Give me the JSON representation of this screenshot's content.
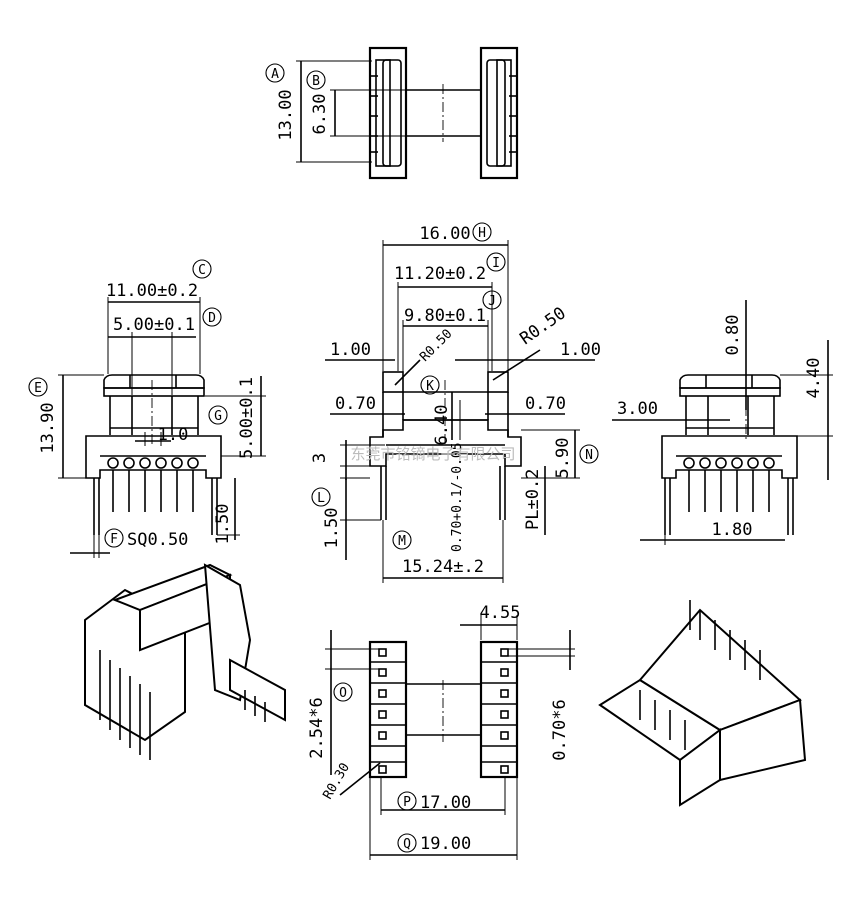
{
  "labels": {
    "A": "A",
    "B": "B",
    "C": "C",
    "D": "D",
    "E": "E",
    "F": "F",
    "G": "G",
    "H": "H",
    "I": "I",
    "J": "J",
    "K": "K",
    "L": "L",
    "M": "M",
    "N": "N",
    "O": "O",
    "P": "P",
    "Q": "Q"
  },
  "dims": {
    "a": "13.00",
    "b": "6.30",
    "c": "11.00±0.2",
    "d": "5.00±0.1",
    "e": "13.90",
    "f": "SQ0.50",
    "g": "5.00±0.1",
    "side_1_0": "1.0",
    "side_1_50": "1.50",
    "h": "16.00",
    "i": "11.20±0.2",
    "j": "9.80±0.1",
    "left_1_00": "1.00",
    "r050_left": "R0.50",
    "r050_right": "R0.50",
    "right_1_00": "1.00",
    "left_0_70": "0.70",
    "right_0_70": "0.70",
    "k_6_40": "6.40",
    "three": "3",
    "n": "5.90",
    "tol": "0.70+0.1/-0.05",
    "pl": "PL±0.2",
    "l": "1.50",
    "m": "15.24±.2",
    "r_0_80": "0.80",
    "r_4_40": "4.40",
    "r_3_00": "3.00",
    "r_1_80": "1.80",
    "b_4_55": "4.55",
    "o": "2.54*6",
    "b_070x6": "0.70*6",
    "r030": "R0.30",
    "p": "17.00",
    "q": "19.00"
  },
  "watermark": "东莞市铭镝电子有限公司"
}
